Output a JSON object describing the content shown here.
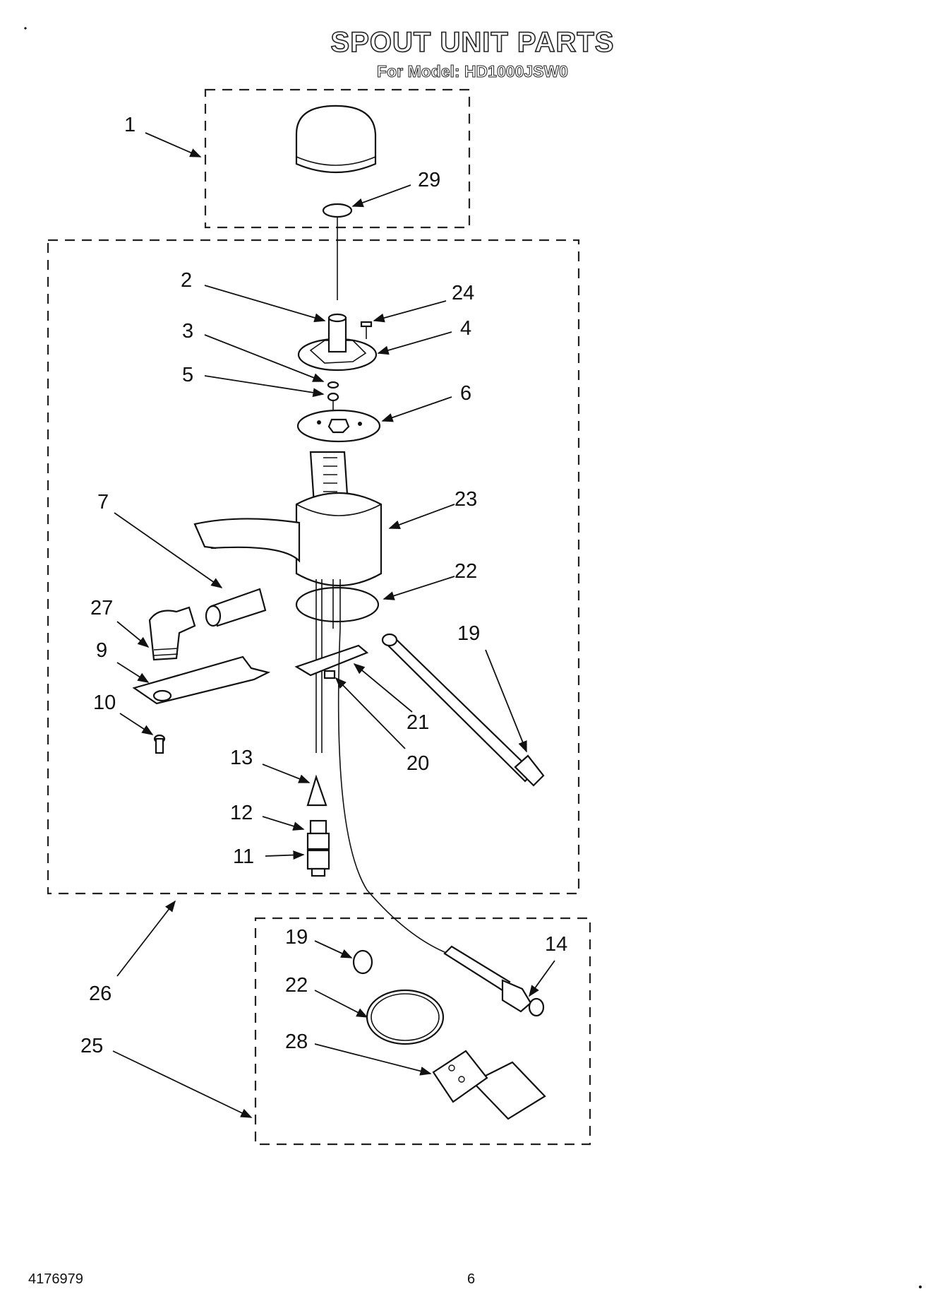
{
  "title": "SPOUT UNIT PARTS",
  "subtitle": "For Model: HD1000JSW0",
  "footer": {
    "doc_number": "4176979",
    "page": "6"
  },
  "callouts": {
    "c1": "1",
    "c29": "29",
    "c2": "2",
    "c24": "24",
    "c3": "3",
    "c4": "4",
    "c5": "5",
    "c6": "6",
    "c7": "7",
    "c23": "23",
    "c22": "22",
    "c27": "27",
    "c19": "19",
    "c9": "9",
    "c21": "21",
    "c10": "10",
    "c20": "20",
    "c13": "13",
    "c12": "12",
    "c11": "11",
    "c26": "26",
    "c19b": "19",
    "c14": "14",
    "c22b": "22",
    "c25": "25",
    "c28": "28"
  }
}
